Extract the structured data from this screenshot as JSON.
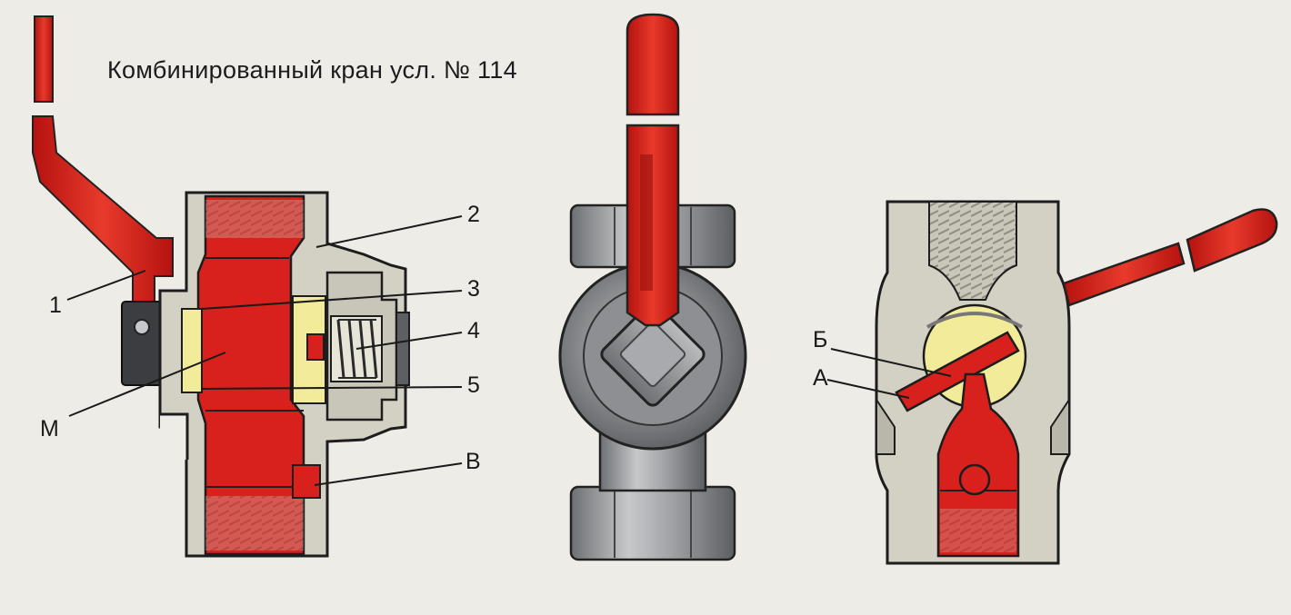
{
  "diagram": {
    "title": "Комбинированный кран усл. № 114",
    "labels": {
      "l1": "1",
      "l2": "2",
      "l3": "3",
      "l4": "4",
      "l5": "5",
      "lM": "М",
      "lV": "В",
      "lB": "Б",
      "lA": "А"
    },
    "colors": {
      "red": "#d8201c",
      "body": "#d3d0c4",
      "yellow": "#f2ec9a",
      "steel": "#9a9c9e",
      "paper": "#eeece6"
    }
  }
}
